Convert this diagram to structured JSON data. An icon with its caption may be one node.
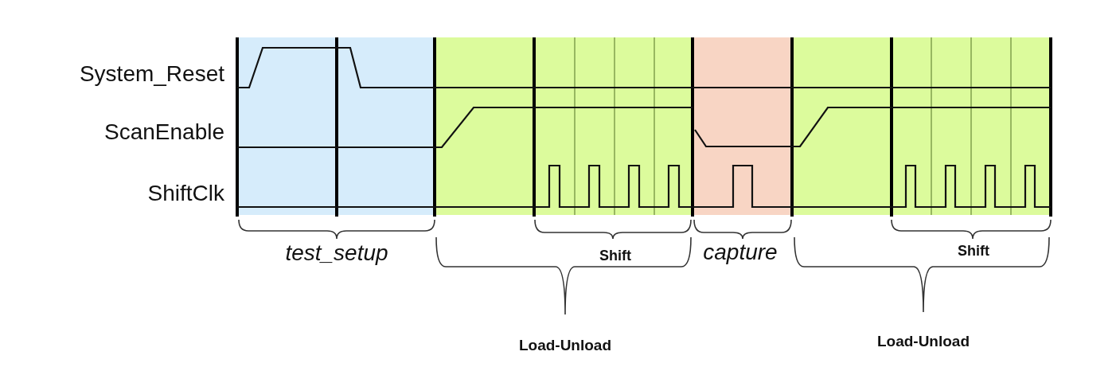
{
  "diagram": {
    "labels": [
      "System_Reset",
      "ScanEnable",
      "ShiftClk",
      "test_setup",
      "Shift",
      "capture",
      "Shift",
      "Load-Unload",
      "Load-Unload"
    ]
  }
}
